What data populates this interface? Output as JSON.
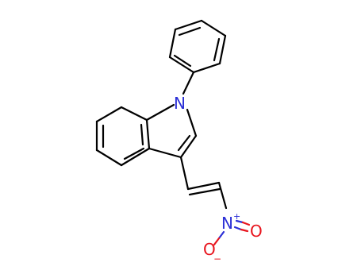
{
  "molecule": {
    "atom_labels": {
      "indole_nitrogen": "N",
      "nitro_nitrogen": "N",
      "nitro_oxygen_double": "O",
      "nitro_oxygen_single": "O",
      "nitro_nitrogen_charge": "+",
      "nitro_oxygen_charge": "−"
    },
    "colors": {
      "bond": "#000000",
      "nitrogen": "#2b2fd6",
      "oxygen": "#e8141d",
      "background": "#ffffff"
    }
  }
}
